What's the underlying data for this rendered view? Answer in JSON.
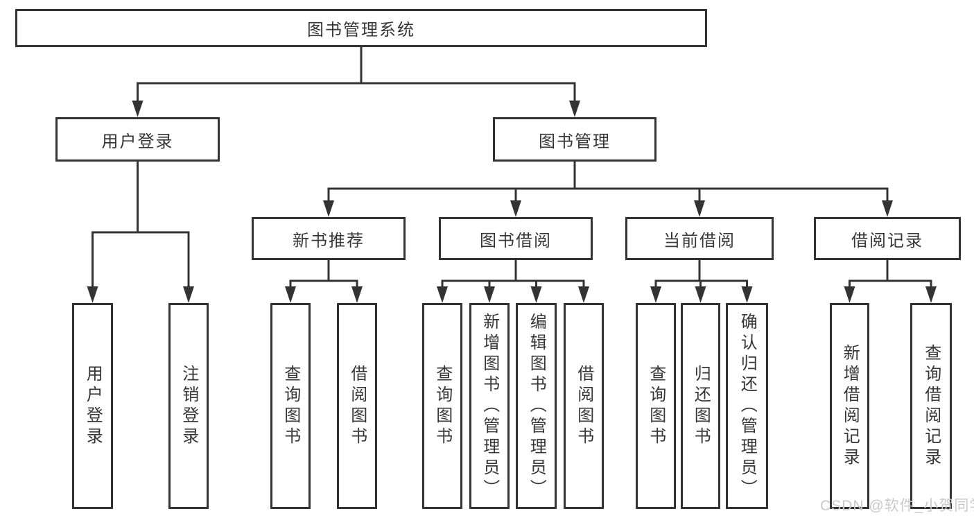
{
  "tree": {
    "root": {
      "label": "图书管理系统",
      "children": [
        {
          "label": "用户登录",
          "children": [
            {
              "label": "用户登录"
            },
            {
              "label": "注销登录"
            }
          ]
        },
        {
          "label": "图书管理",
          "children": [
            {
              "label": "新书推荐",
              "children": [
                {
                  "label": "查询图书"
                },
                {
                  "label": "借阅图书"
                }
              ]
            },
            {
              "label": "图书借阅",
              "children": [
                {
                  "label": "查询图书"
                },
                {
                  "label": "新增图书（管理员）"
                },
                {
                  "label": "编辑图书（管理员）"
                },
                {
                  "label": "借阅图书"
                }
              ]
            },
            {
              "label": "当前借阅",
              "children": [
                {
                  "label": "查询图书"
                },
                {
                  "label": "归还图书"
                },
                {
                  "label": "确认归还（管理员）"
                }
              ]
            },
            {
              "label": "借阅记录",
              "children": [
                {
                  "label": "新增借阅记录"
                },
                {
                  "label": "查询借阅记录"
                }
              ]
            }
          ]
        }
      ]
    }
  },
  "watermark": {
    "text": "CSDN @软件_小贺同学",
    "color": "#c9c9c9"
  },
  "colors": {
    "line": "#333333",
    "border": "#333333",
    "text": "#363636",
    "background": "#ffffff"
  }
}
